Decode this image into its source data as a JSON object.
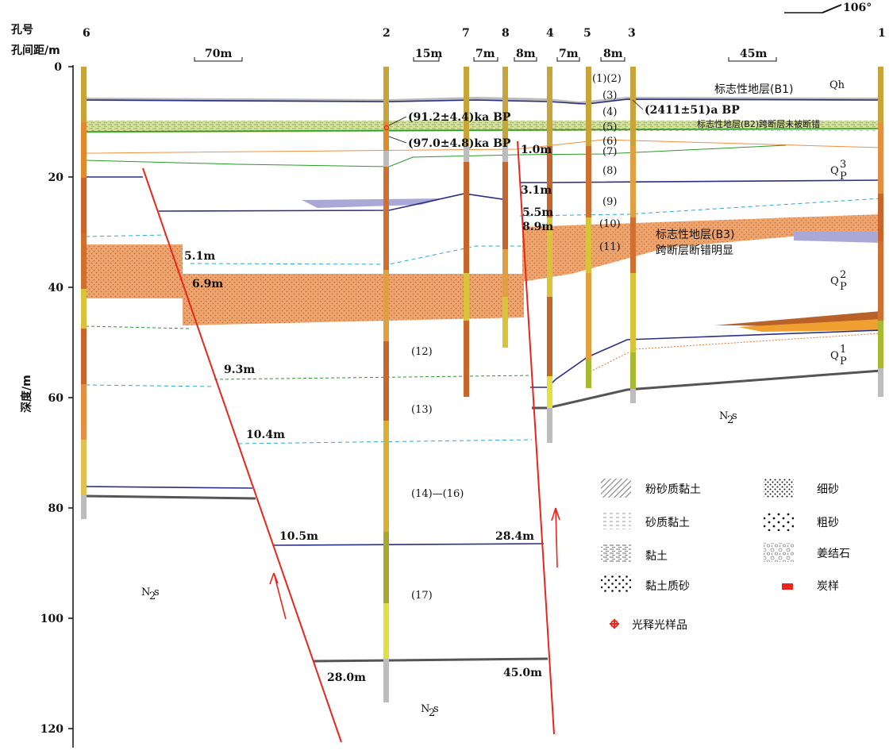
{
  "header": {
    "hole_no_label": "孔号",
    "spacing_label": "孔间距/m",
    "north": "106°"
  },
  "depth_axis": {
    "label": "深度/m",
    "ticks": [
      "0",
      "20",
      "40",
      "60",
      "80",
      "100",
      "120"
    ]
  },
  "boreholes": [
    "6",
    "2",
    "7",
    "8",
    "4",
    "5",
    "3",
    "1"
  ],
  "spacings": [
    "70m",
    "15m",
    "7m",
    "8m",
    "7m",
    "8m",
    "45m"
  ],
  "units": [
    "(1)(2)",
    "(3)",
    "(4)",
    "(5)",
    "(6)",
    "(7)",
    "(8)",
    "(9)",
    "(10)",
    "(11)",
    "(12)",
    "(13)",
    "(14)—(16)",
    "(17)"
  ],
  "markers": {
    "b1": "标志性地层(B1)",
    "b2": "标志性地层(B2)跨断层未被断错",
    "b3_line1": "标志性地层(B3)",
    "b3_line2": "跨断层断错明显"
  },
  "ages": {
    "osl1": "(91.2±4.4)ka BP",
    "osl2": "(97.0±4.8)ka BP",
    "c14": "(2411±51)a BP"
  },
  "offsets": {
    "west": [
      "5.1m",
      "6.9m",
      "9.3m",
      "10.4m",
      "10.5m",
      "28.0m"
    ],
    "east": [
      "1.0m",
      "3.1m",
      "5.5m",
      "8.9m",
      "28.4m",
      "45.0m"
    ]
  },
  "strata": {
    "qh": "Qh",
    "qp3": "Q",
    "qp3_sub": "P",
    "qp3_sup": "3",
    "qp2": "Q",
    "qp2_sub": "P",
    "qp2_sup": "2",
    "qp1": "Q",
    "qp1_sub": "P",
    "qp1_sup": "1",
    "n2s": "N",
    "n2s_sub": "2",
    "n2s_tail": "s"
  },
  "legend": {
    "silty_clay": "粉砂质黏土",
    "sandy_clay": "砂质黏土",
    "clay": "黏土",
    "clayey_sand": "黏土质砂",
    "fine_sand": "细砂",
    "coarse_sand": "粗砂",
    "calcrete": "姜结石",
    "charcoal": "炭样",
    "osl": "光释光样品"
  },
  "colors": {
    "fault": "#e8261b",
    "contact_blue": "#2b2f86",
    "base_gray": "#555555",
    "marker_b3": "#f0a46c",
    "marker_b2": "#cfe08a",
    "dash_cyan": "#2aa6d6",
    "lens_blue": "#a9a8d6"
  }
}
